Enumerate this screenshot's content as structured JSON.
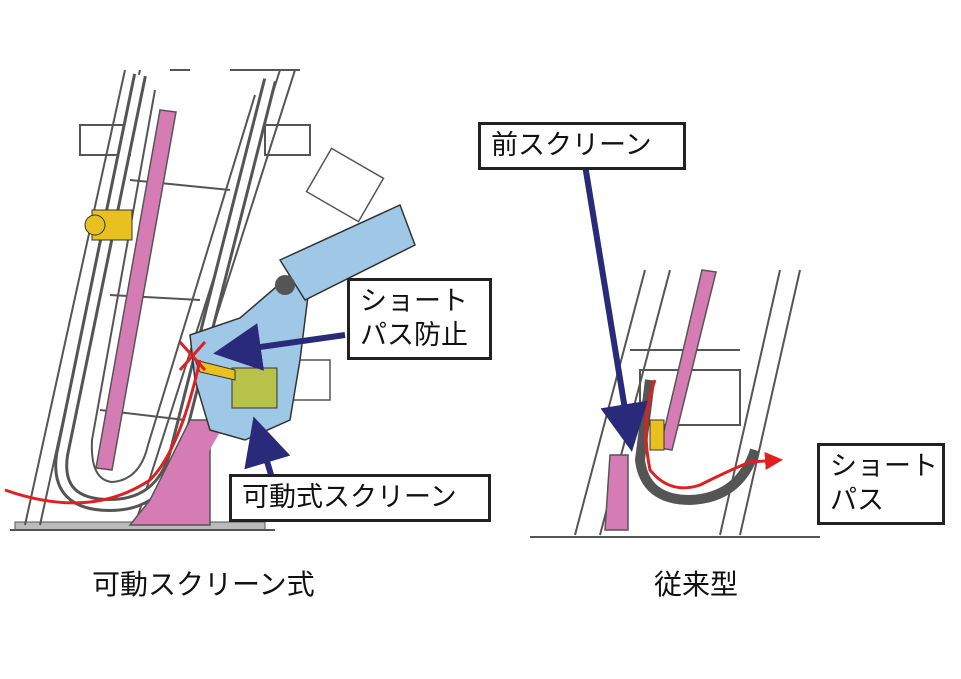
{
  "labels": {
    "short_pass_prevention": [
      "ショート",
      "パス防止"
    ],
    "movable_screen": "可動式スクリーン",
    "front_screen": "前スクリーン",
    "short_pass": [
      "ショート",
      "パス"
    ]
  },
  "captions": {
    "left": "可動スクリーン式",
    "right": "従来型"
  },
  "colors": {
    "frame": "#555555",
    "pink_rail": "#d67cb4",
    "blue_plate": "#9fc7e6",
    "olive_bracket": "#b8c24a",
    "arrow_navy": "#2a2a7a",
    "flow_red": "#e02020",
    "yellow_part": "#e8c020"
  }
}
